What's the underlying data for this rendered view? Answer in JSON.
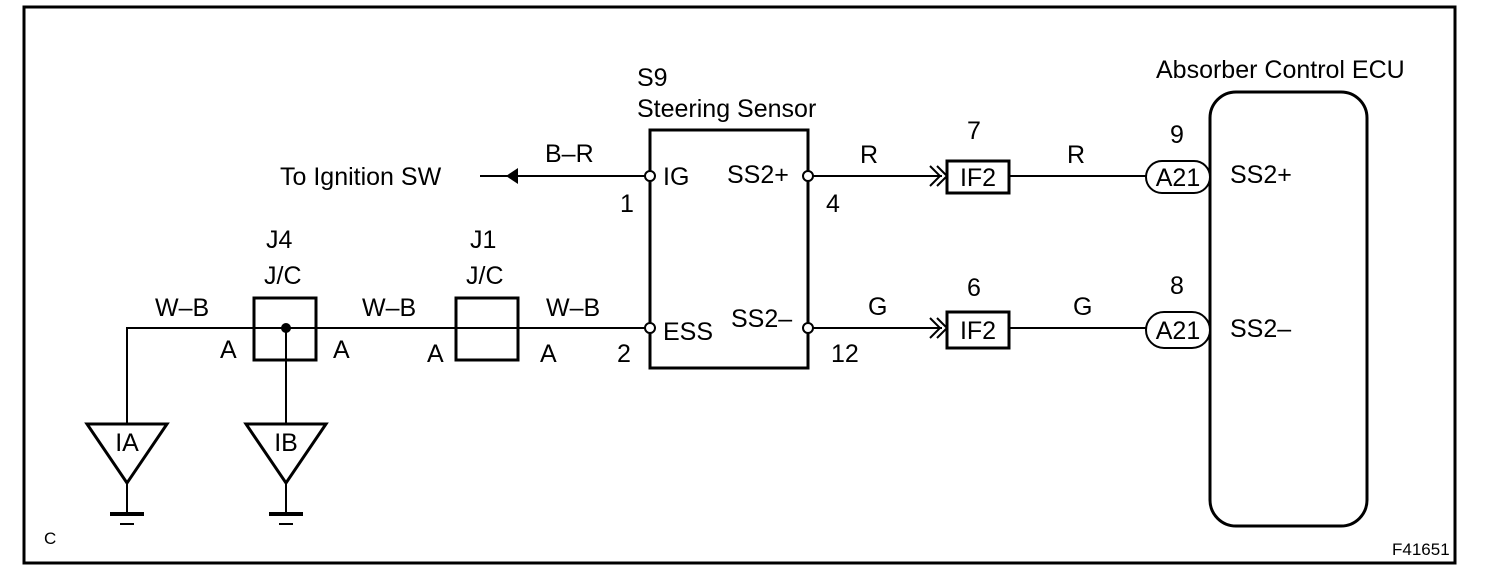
{
  "figure_id": "F41651",
  "corner_mark": "C",
  "ecu": {
    "title": "Absorber Control ECU",
    "pin_upper": "SS2+",
    "pin_lower": "SS2–"
  },
  "sensor": {
    "code": "S9",
    "name": "Steering Sensor",
    "pin_ig": "IG",
    "pin_ess": "ESS",
    "pin_ss2p": "SS2+",
    "pin_ss2m": "SS2–",
    "num_ig": "1",
    "num_ess": "2",
    "num_ss2p": "4",
    "num_ss2m": "12"
  },
  "ignition": {
    "label": "To Ignition SW",
    "wire_color": "B–R"
  },
  "upper_line": {
    "wire_left": "R",
    "wire_right": "R",
    "connector": "IF2",
    "connector_pin": "7",
    "ecu_connector": "A21",
    "ecu_pin": "9"
  },
  "lower_line": {
    "wire_left": "G",
    "wire_right": "G",
    "connector": "IF2",
    "connector_pin": "6",
    "ecu_connector": "A21",
    "ecu_pin": "8"
  },
  "j4": {
    "code": "J4",
    "type": "J/C",
    "left": "A",
    "right": "A"
  },
  "j1": {
    "code": "J1",
    "type": "J/C",
    "left": "A",
    "right": "A"
  },
  "ground_wires": {
    "left": "W–B",
    "middle": "W–B",
    "right": "W–B"
  },
  "grounds": {
    "ia": "IA",
    "ib": "IB"
  }
}
